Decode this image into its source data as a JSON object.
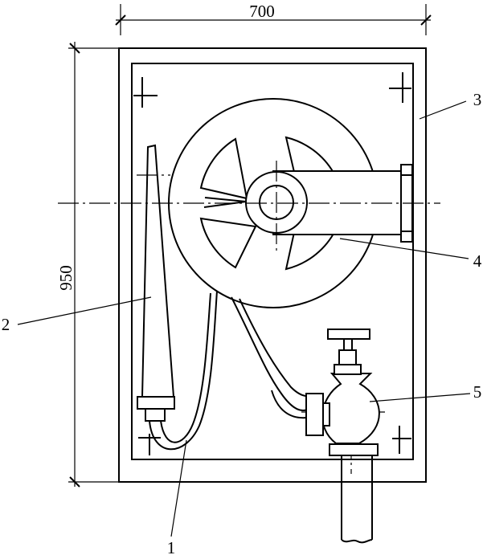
{
  "dimensions": {
    "width": "700",
    "height": "950"
  },
  "callouts": [
    "1",
    "2",
    "3",
    "4",
    "5"
  ]
}
